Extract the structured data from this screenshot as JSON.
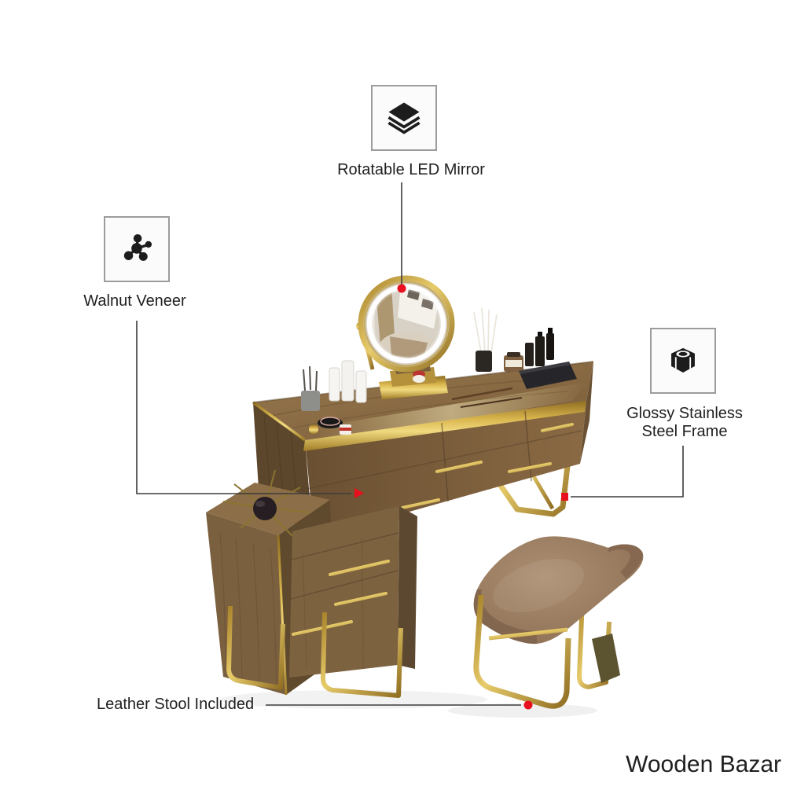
{
  "brand": {
    "name": "Wooden Bazar"
  },
  "callouts": {
    "mirror": {
      "label": "Rotatable LED Mirror",
      "icon": "layers-icon"
    },
    "walnut": {
      "label": "Walnut Veneer",
      "icon": "molecule-icon"
    },
    "steel": {
      "label": "Glossy Stainless Steel Frame",
      "icon": "nut-icon"
    },
    "stool": {
      "label": "Leather Stool Included"
    }
  },
  "colors": {
    "accent_red": "#e8101e",
    "line": "#3c3c3c",
    "text": "#1f1f1f",
    "box_border": "#9c9c9c",
    "icon_glyph": "#1c1c1c",
    "gold": "#c9a43a",
    "wood_brown": "#7e6038",
    "leather_tan": "#9c7e61",
    "background": "#ffffff"
  }
}
